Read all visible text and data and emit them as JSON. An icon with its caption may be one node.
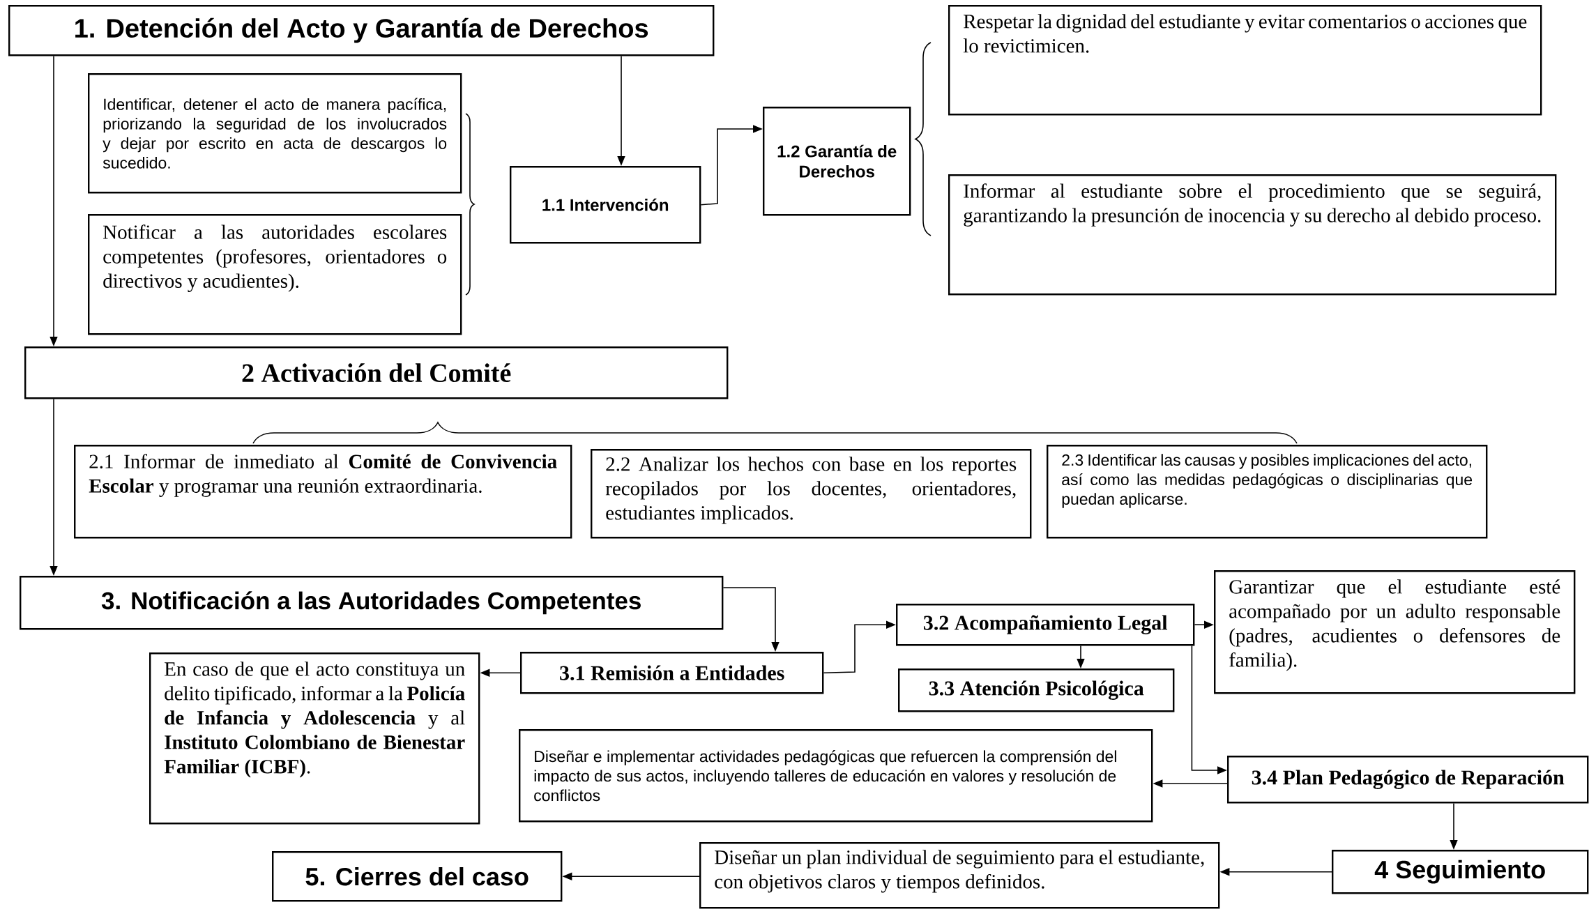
{
  "diagram": {
    "nodes": [
      {
        "text": [
          "1. Detención del Acto y Garantía de Derechos"
        ]
      },
      {
        "text": [
          "Identificar, detener el acto de manera pacífica, priorizando la seguridad de los involucrados y dejar por escrito en acta de descargos lo sucedido."
        ]
      },
      {
        "text": [
          "Notificar a las autoridades escolares competentes (profesores, orientadores o directivos y acudientes)."
        ]
      },
      {
        "text": [
          "1.1 Intervención"
        ]
      },
      {
        "text": [
          "1.2 Garantía de Derechos"
        ]
      },
      {
        "text": [
          "Respetar la dignidad del estudiante y evitar comentarios o acciones que lo revictimicen."
        ]
      },
      {
        "text": [
          "Informar al estudiante sobre el procedimiento que se seguirá, garantizando la presunción de inocencia y su derecho al debido proceso."
        ]
      },
      {
        "text": [
          "2 Activación del Comité"
        ]
      },
      {
        "text": [
          "2.1 Informar de inmediato al **Comité de Convivencia Escolar** y programar una reunión extraordinaria."
        ]
      },
      {
        "text": [
          "2.2 Analizar los hechos con base en los reportes recopilados por los docentes, orientadores, estudiantes implicados."
        ]
      },
      {
        "text": [
          "2.3 Identificar las causas y posibles implicaciones del acto, así como las medidas pedagógicas o disciplinarias que puedan aplicarse."
        ]
      },
      {
        "text": [
          "3. Notificación a las Autoridades Competentes"
        ]
      },
      {
        "text": [
          "3.1 Remisión a Entidades"
        ]
      },
      {
        "text": [
          "En caso de que el acto constituya un delito tipificado, informar a la **Policía de Infancia y Adolescencia** y al **Instituto Colombiano de Bienestar Familiar (ICBF)**."
        ]
      },
      {
        "text": [
          "3.2 Acompañamiento Legal"
        ]
      },
      {
        "text": [
          "Garantizar que el estudiante esté acompañado por un adulto responsable (padres, acudientes o defensores de familia)."
        ]
      },
      {
        "text": [
          "3.3 Atención Psicológica"
        ]
      },
      {
        "text": [
          "Diseñar e implementar actividades pedagógicas que refuercen la comprensión del impacto de sus actos, incluyendo talleres de educación en valores y resolución de conflictos"
        ]
      },
      {
        "text": [
          "3.4 Plan Pedagógico de Reparación"
        ]
      },
      {
        "text": [
          "4 Seguimiento"
        ]
      },
      {
        "text": [
          "Diseñar un plan individual de seguimiento para el estudiante, con objetivos claros y tiempos definidos."
        ]
      },
      {
        "text": [
          "5. Cierres del caso"
        ]
      }
    ],
    "edges": [
      {
        "from": 0,
        "to": 7,
        "arrow": "to"
      },
      {
        "from": 0,
        "to": 3,
        "arrow": "to"
      },
      {
        "from": 3,
        "to": 4,
        "arrow": "to"
      },
      {
        "from": 7,
        "to": 11,
        "arrow": "to"
      },
      {
        "from": 11,
        "to": 12,
        "arrow": "to"
      },
      {
        "from": 12,
        "to": 13,
        "arrow": "to"
      },
      {
        "from": 12,
        "to": 14,
        "arrow": "to"
      },
      {
        "from": 14,
        "to": 15,
        "arrow": "to"
      },
      {
        "from": 14,
        "to": 16,
        "arrow": "to"
      },
      {
        "from": 14,
        "to": 18,
        "arrow": "to"
      },
      {
        "from": 18,
        "to": 17,
        "arrow": "to"
      },
      {
        "from": 18,
        "to": 19,
        "arrow": "to"
      },
      {
        "from": 19,
        "to": 20,
        "arrow": "to"
      },
      {
        "from": 20,
        "to": 21,
        "arrow": "to"
      }
    ]
  }
}
